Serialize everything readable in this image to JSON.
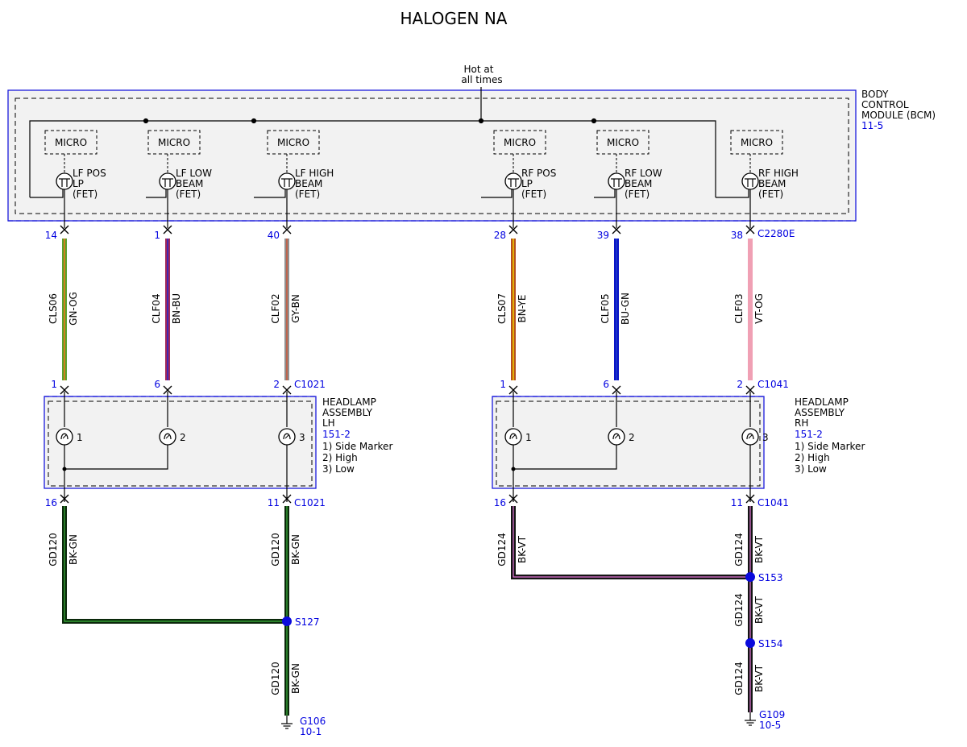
{
  "title": "HALOGEN NA",
  "hot_at_all_times": [
    "Hot at",
    "all times"
  ],
  "bcm": {
    "label_lines": [
      "BODY",
      "CONTROL",
      "MODULE (BCM)"
    ],
    "ref": "11-5",
    "connector": "C2280E",
    "micro_label": "MICRO",
    "fets": [
      {
        "lines": [
          "LF POS",
          "LP",
          "(FET)"
        ]
      },
      {
        "lines": [
          "LF LOW",
          "BEAM",
          "(FET)"
        ]
      },
      {
        "lines": [
          "LF HIGH",
          "BEAM",
          "(FET)"
        ]
      },
      {
        "lines": [
          "RF POS",
          "LP",
          "(FET)"
        ]
      },
      {
        "lines": [
          "RF LOW",
          "BEAM",
          "(FET)"
        ]
      },
      {
        "lines": [
          "RF HIGH",
          "BEAM",
          "(FET)"
        ]
      }
    ]
  },
  "wires": [
    {
      "circuit": "CLS06",
      "color_code": "GN-OG",
      "pin_top": "14",
      "pin_bottom": "1",
      "color_main": "#5aa02c",
      "color_stripe": "#f07818"
    },
    {
      "circuit": "CLF04",
      "color_code": "BN-BU",
      "pin_top": "1",
      "pin_bottom": "6",
      "color_main": "#a0285a",
      "color_stripe": "#2828c8"
    },
    {
      "circuit": "CLF02",
      "color_code": "GY-BN",
      "pin_top": "40",
      "pin_bottom": "2",
      "color_main": "#909090",
      "color_stripe": "#c85a3c"
    },
    {
      "circuit": "CLS07",
      "color_code": "BN-YE",
      "pin_top": "28",
      "pin_bottom": "1",
      "color_main": "#b4501e",
      "color_stripe": "#f0c800"
    },
    {
      "circuit": "CLF05",
      "color_code": "BU-GN",
      "pin_top": "39",
      "pin_bottom": "6",
      "color_main": "#0a14c8",
      "color_stripe": "#1e3cc8"
    },
    {
      "circuit": "CLF03",
      "color_code": "VT-OG",
      "pin_top": "38",
      "pin_bottom": "2",
      "color_main": "#f0a0b4",
      "color_stripe": "#f0a0b4"
    }
  ],
  "headlamps": [
    {
      "label_lines": [
        "HEADLAMP",
        "ASSEMBLY",
        "LH"
      ],
      "ref": "151-2",
      "connector": "C1021",
      "legend": [
        "1) Side Marker",
        "2) High",
        "3) Low"
      ],
      "bulbs": [
        "1",
        "2",
        "3"
      ],
      "ground_pins": [
        "16",
        "11"
      ]
    },
    {
      "label_lines": [
        "HEADLAMP",
        "ASSEMBLY",
        "RH"
      ],
      "ref": "151-2",
      "connector": "C1041",
      "legend": [
        "1) Side Marker",
        "2) High",
        "3) Low"
      ],
      "bulbs": [
        "1",
        "2",
        "3"
      ],
      "ground_pins": [
        "16",
        "11"
      ]
    }
  ],
  "grounds": {
    "left": {
      "connector": "C1021",
      "wire_circuit": "GD120",
      "wire_color": "BK-GN",
      "splice": "S127",
      "ground": "G106",
      "ground_ref": "10-1",
      "color_main": "#0a280a",
      "color_stripe": "#3cb43c"
    },
    "right": {
      "connector": "C1041",
      "wire_circuit": "GD124",
      "wire_color": "BK-VT",
      "splices": [
        "S153",
        "S154"
      ],
      "ground": "G109",
      "ground_ref": "10-5",
      "color_main": "#141414",
      "color_stripe": "#e678dc"
    }
  }
}
